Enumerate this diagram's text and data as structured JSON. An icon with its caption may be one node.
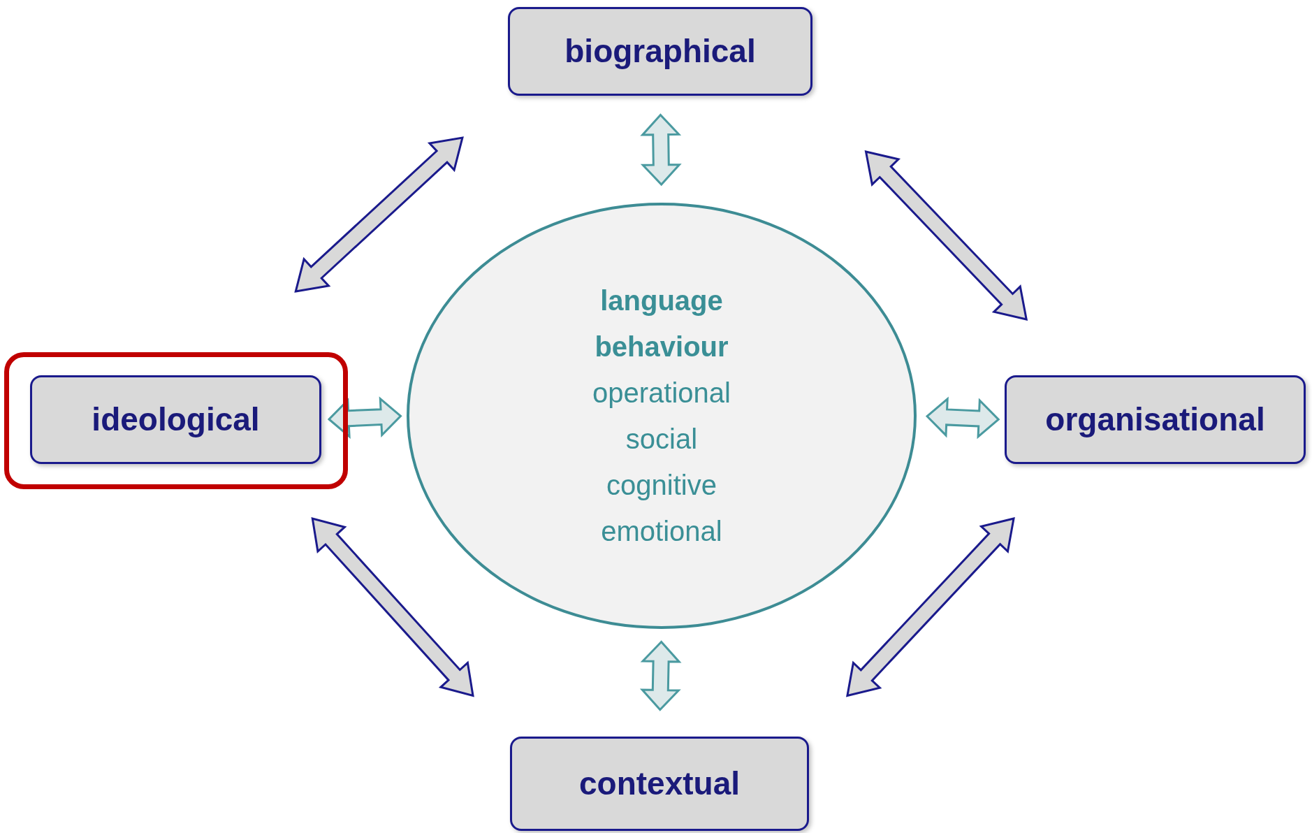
{
  "diagram": {
    "nodes": [
      {
        "text": [
          "biographical"
        ]
      },
      {
        "text": [],
        "shape": "box"
      },
      {
        "text": [
          "ideological"
        ],
        "in": 1
      },
      {
        "text": [
          "language behaviour",
          "operational",
          "social",
          "cognitive",
          "emotional"
        ]
      },
      {
        "text": [
          "organisational"
        ]
      },
      {
        "text": [
          "contextual"
        ]
      }
    ],
    "edges": [
      {
        "from": 0,
        "to": 3,
        "arrow": "both",
        "color": "#4a9aa0"
      },
      {
        "from": 2,
        "to": 3,
        "arrow": "both",
        "color": "#4a9aa0"
      },
      {
        "from": 3,
        "to": 4,
        "arrow": "both",
        "color": "#4a9aa0"
      },
      {
        "from": 3,
        "to": 5,
        "arrow": "both",
        "color": "#4a9aa0"
      },
      {
        "from": 2,
        "to": 0,
        "arrow": "both"
      },
      {
        "from": 0,
        "to": 4,
        "arrow": "both"
      },
      {
        "from": 2,
        "to": 5,
        "arrow": "both"
      },
      {
        "from": 4,
        "to": 5,
        "arrow": "both"
      }
    ]
  }
}
